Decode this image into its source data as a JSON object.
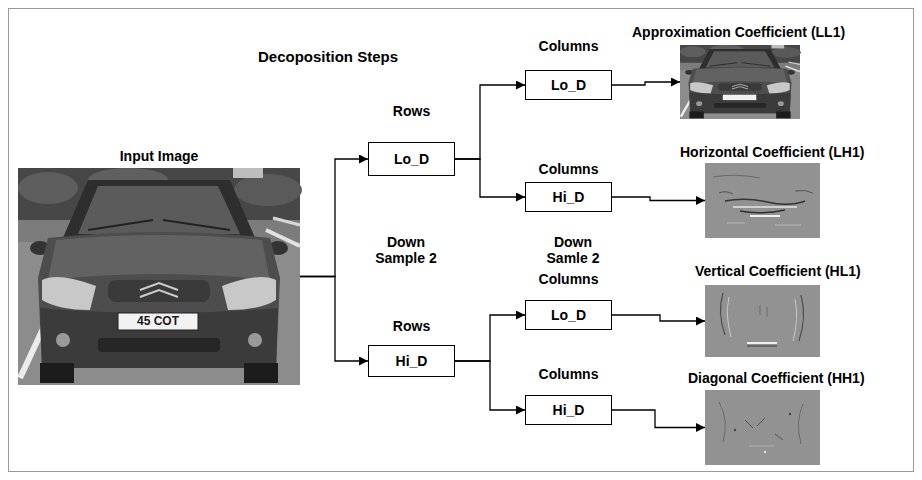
{
  "diagram": {
    "title": "Decoposition Steps",
    "nodes": [
      {
        "text": [
          "Input Image"
        ]
      },
      {
        "text": [
          "Rows",
          "Lo_D"
        ]
      },
      {
        "text": [
          "Columns",
          "Lo_D"
        ]
      },
      {
        "text": [
          "Approximation Coefficient (LL1)"
        ]
      },
      {
        "text": [
          "Columns",
          "Hi_D"
        ]
      },
      {
        "text": [
          "Horizontal Coefficient (LH1)"
        ]
      },
      {
        "text": [
          "Rows",
          "Hi_D"
        ]
      },
      {
        "text": [
          "Columns",
          "Lo_D"
        ]
      },
      {
        "text": [
          "Vertical Coefficient (HL1)"
        ]
      },
      {
        "text": [
          "Columns",
          "Hi_D"
        ]
      },
      {
        "text": [
          "Diagonal Coefficient (HH1)"
        ]
      }
    ],
    "edges": [
      {
        "from": 0,
        "to": 1,
        "arrow": "to"
      },
      {
        "from": 0,
        "to": 6,
        "arrow": "to"
      },
      {
        "from": 1,
        "to": 2,
        "arrow": "to"
      },
      {
        "from": 1,
        "to": 4,
        "arrow": "to"
      },
      {
        "from": 2,
        "to": 3,
        "arrow": "to"
      },
      {
        "from": 4,
        "to": 5,
        "arrow": "to"
      },
      {
        "from": 6,
        "to": 7,
        "arrow": "to"
      },
      {
        "from": 6,
        "to": 9,
        "arrow": "to"
      },
      {
        "from": 7,
        "to": 8,
        "arrow": "to"
      },
      {
        "from": 9,
        "to": 10,
        "arrow": "to"
      }
    ],
    "labels": [
      "Down Sample 2",
      "Down Samle 2",
      "45 COT"
    ]
  }
}
